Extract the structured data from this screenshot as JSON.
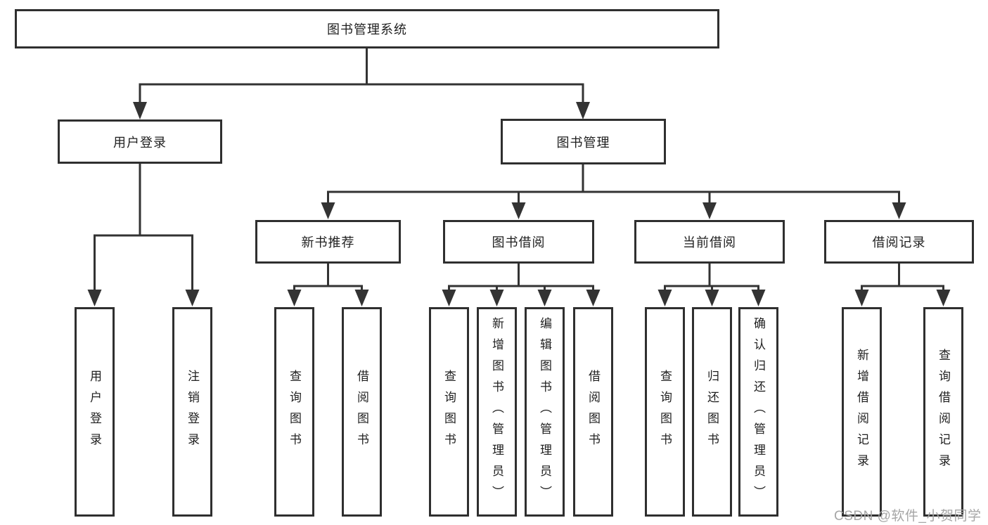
{
  "tree": {
    "root": {
      "label": "图书管理系统"
    },
    "branches": [
      {
        "label": "用户登录",
        "children": [
          {
            "label": "用户登录"
          },
          {
            "label": "注销登录"
          }
        ]
      },
      {
        "label": "图书管理",
        "children": [
          {
            "label": "新书推荐",
            "children": [
              {
                "label": "查询图书"
              },
              {
                "label": "借阅图书"
              }
            ]
          },
          {
            "label": "图书借阅",
            "children": [
              {
                "label": "查询图书"
              },
              {
                "label": "新增图书（管理员）"
              },
              {
                "label": "编辑图书（管理员）"
              },
              {
                "label": "借阅图书"
              }
            ]
          },
          {
            "label": "当前借阅",
            "children": [
              {
                "label": "查询图书"
              },
              {
                "label": "归还图书"
              },
              {
                "label": "确认归还（管理员）"
              }
            ]
          },
          {
            "label": "借阅记录",
            "children": [
              {
                "label": "新增借阅记录"
              },
              {
                "label": "查询借阅记录"
              }
            ]
          }
        ]
      }
    ]
  },
  "watermark": "CSDN @软件_小贺同学",
  "colors": {
    "line": "#333333",
    "box_border": "#2f2f2f",
    "text": "#1f1f1f",
    "watermark": "#a6a6a6",
    "background": "#ffffff"
  }
}
